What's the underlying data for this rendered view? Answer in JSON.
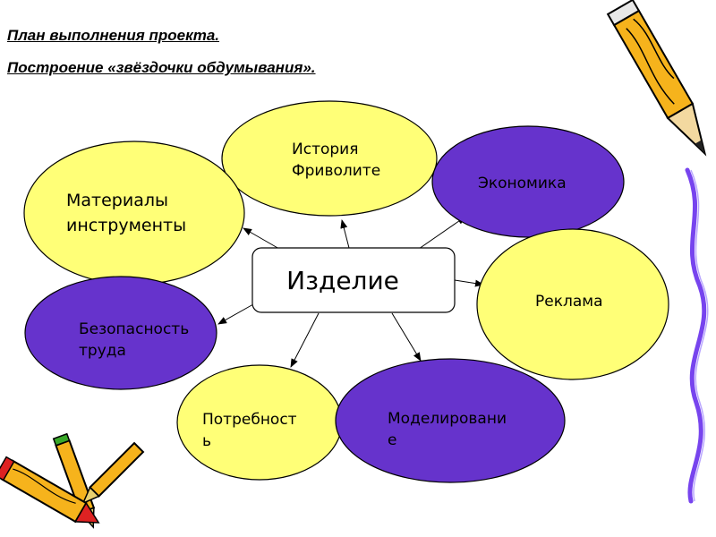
{
  "heading": {
    "line1": "План выполнения проекта.",
    "line2": "Построение «звёздочки обдумывания»."
  },
  "center": {
    "label": "Изделие"
  },
  "nodes": [
    {
      "id": "history",
      "lines": [
        "История",
        "Фриволите"
      ],
      "color": "#ffff77"
    },
    {
      "id": "economics",
      "lines": [
        "Экономика"
      ],
      "color": "#6633cc"
    },
    {
      "id": "materials",
      "lines": [
        "Материалы",
        "инструменты"
      ],
      "color": "#ffff77"
    },
    {
      "id": "advertising",
      "lines": [
        "Реклама"
      ],
      "color": "#ffff77"
    },
    {
      "id": "safety",
      "lines": [
        "Безопасность",
        "труда"
      ],
      "color": "#6633cc"
    },
    {
      "id": "need",
      "lines": [
        "Потребност",
        "ь"
      ],
      "color": "#ffff77"
    },
    {
      "id": "modeling",
      "lines": [
        "Моделировани",
        "е"
      ],
      "color": "#6633cc"
    }
  ],
  "colors": {
    "yellow": "#ffff77",
    "purple": "#6633cc",
    "outline": "#000000",
    "ribbon": "#7744ee",
    "pencil_body": "#f6b31c"
  },
  "icons": [
    "pencil-icon",
    "crayons-icon",
    "ribbon-decoration"
  ]
}
